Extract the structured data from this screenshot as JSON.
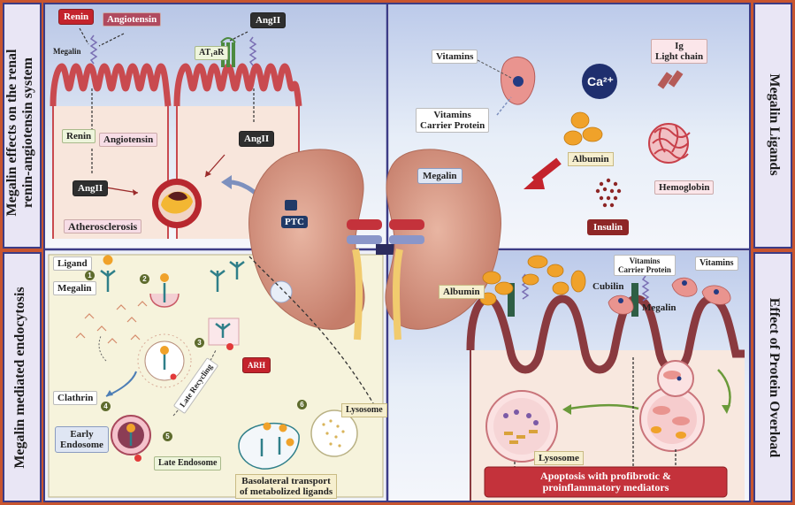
{
  "side_titles": {
    "top_left": "Megalin effects on the renal renin-angiotensin system",
    "top_left_line1": "Megalin effects on the renal",
    "top_left_line2": "renin-angiotensin system",
    "bottom_left": "Megalin mediated endocytosis",
    "top_right": "Megalin Ligands",
    "bottom_right": "Effect of Protein Overload"
  },
  "ras_panel": {
    "renin_top": "Renin",
    "angiotensin_top": "Angiotensin",
    "megalin": "Megalin",
    "angii_top": "AngII",
    "at1ar": "AT₁aR",
    "renin_mid": "Renin",
    "angiotensin_mid": "Angiotensin",
    "angii_mid": "AngII",
    "angii_left": "AngII",
    "atherosclerosis": "Atherosclerosis"
  },
  "kidney": {
    "ptc": "PTC"
  },
  "ligands_panel": {
    "vitamins": "Vitamins",
    "vitamins_carrier": "Vitamins Carrier Protein",
    "vitamins_carrier_line1": "Vitamins",
    "vitamins_carrier_line2": "Carrier Protein",
    "calcium": "Ca²⁺",
    "ig_light_chain": "Ig Light chain",
    "ig_line1": "Ig",
    "ig_line2": "Light chain",
    "megalin": "Megalin",
    "albumin": "Albumin",
    "hemoglobin": "Hemoglobin",
    "insulin": "Insulin"
  },
  "endocytosis_panel": {
    "ligand": "Ligand",
    "megalin": "Megalin",
    "clathrin": "Clathrin",
    "arh": "ARH",
    "late_recycling": "Late Recycling",
    "early_endosome": "Early Endosome",
    "early_line1": "Early",
    "early_line2": "Endosome",
    "late_endosome": "Late Endosome",
    "lysosome": "Lysosome",
    "basolateral": "Basolateral transport of metabolized ligands",
    "basolateral_line1": "Basolateral transport",
    "basolateral_line2": "of metabolized ligands",
    "steps": [
      "1",
      "2",
      "3",
      "4",
      "5",
      "6"
    ]
  },
  "overload_panel": {
    "albumin": "Albumin",
    "vitamins_carrier_line1": "Vitamins",
    "vitamins_carrier_line2": "Carrier Protein",
    "vitamins": "Vitamins",
    "cubilin": "Cubilin",
    "megalin": "Megalin",
    "lysosome": "Lysosome",
    "apoptosis_line1": "Apoptosis with profibrotic &",
    "apoptosis_line2": "proinflammatory mediators"
  },
  "colors": {
    "frame": "#c8552f",
    "panel_border": "#3c3c86",
    "side_bar": "#e9e6f5",
    "sky": "#cfd9ee",
    "tubule": "#c94a4f",
    "cell_fill": "#f8e9dd",
    "kidney": "#d99985",
    "albumin": "#f0a22a",
    "megalin": "#2f7f89"
  }
}
